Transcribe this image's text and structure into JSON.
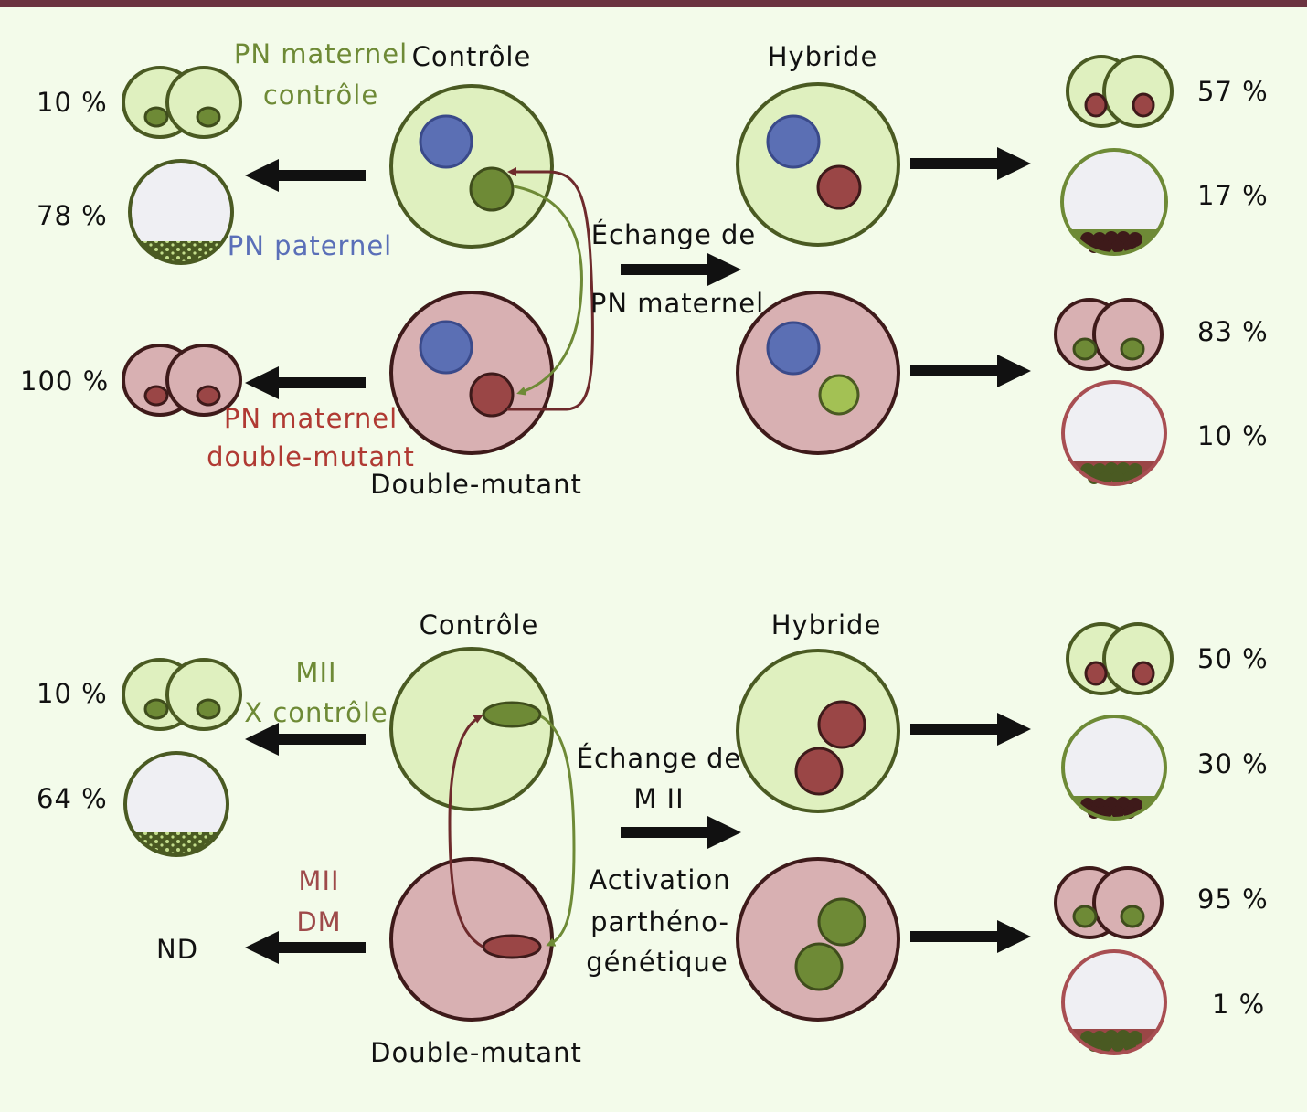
{
  "colors": {
    "background": "#f3fbea",
    "top_bar": "#6b3340",
    "control_cell_fill": "#dff0bf",
    "control_cell_stroke": "#4a5a22",
    "mutant_cell_fill": "#d8b0b2",
    "mutant_cell_stroke": "#3e1a1a",
    "paternal_pn": "#5b6fb4",
    "maternal_pn_control": "#6e8a36",
    "maternal_pn_mutant": "#9a4646",
    "light_green_pn": "#a3c154",
    "blastocyst_cavity": "#efeff3",
    "arrow": "#111111",
    "exchange_arrow_green": "#6e8a36",
    "exchange_arrow_red": "#6e2a2c"
  },
  "panel_top": {
    "control_title": "Contrôle",
    "mutant_title": "Double-mutant",
    "hybrid_title": "Hybride",
    "label_pn_maternal_control": [
      "PN maternel",
      "contrôle"
    ],
    "label_pn_paternal": "PN paternel",
    "label_pn_maternal_mutant": [
      "PN maternel",
      "double-mutant"
    ],
    "exchange_label": [
      "Échange de",
      "PN maternel"
    ],
    "left_outcomes": {
      "control_two_cell": "10 %",
      "control_blastocyst": "78 %",
      "mutant_two_cell": "100 %"
    },
    "right_outcomes": {
      "hybrid_control_two_cell": "57 %",
      "hybrid_control_blastocyst": "17 %",
      "hybrid_mutant_two_cell": "83 %",
      "hybrid_mutant_blastocyst": "10 %"
    }
  },
  "panel_bottom": {
    "control_title": "Contrôle",
    "mutant_title": "Double-mutant",
    "hybrid_title": "Hybride",
    "label_mii_control": [
      "MII",
      "X contrôle"
    ],
    "label_mii_dm": [
      "MII",
      "DM"
    ],
    "exchange_label": [
      "Échange de",
      "M II"
    ],
    "activation_label": [
      "Activation",
      "parthéno-",
      "génétique"
    ],
    "left_outcomes": {
      "control_two_cell": "10 %",
      "control_blastocyst": "64 %",
      "mutant": "ND"
    },
    "right_outcomes": {
      "hybrid_control_two_cell": "50 %",
      "hybrid_control_blastocyst": "30 %",
      "hybrid_mutant_two_cell": "95 %",
      "hybrid_mutant_blastocyst": "1 %"
    }
  }
}
